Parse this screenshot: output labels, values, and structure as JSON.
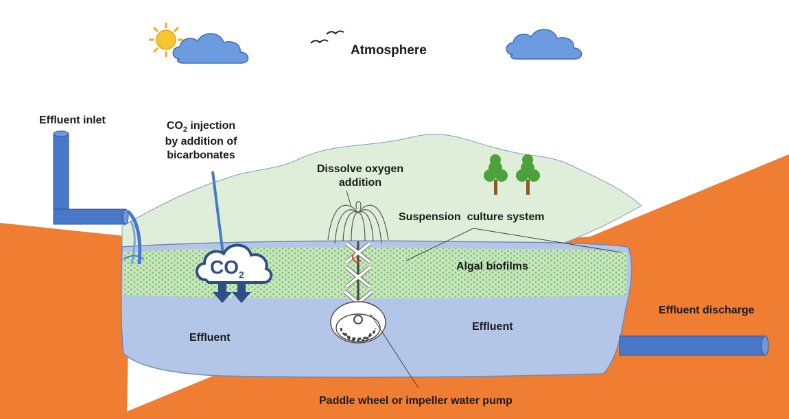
{
  "labels": {
    "atmosphere": "Atmosphere",
    "effluent_inlet": "Effluent inlet",
    "co2_injection_line1_prefix": "CO",
    "co2_injection_line1_sub": "2",
    "co2_injection_line1_suffix": " injection",
    "co2_injection_line2": "by addition of",
    "co2_injection_line3": "bicarbonates",
    "dissolve_oxygen_line1": "Dissolve oxygen",
    "dissolve_oxygen_line2": "addition",
    "suspension_culture": "Suspension  culture system",
    "algal_biofilms": "Algal biofilms",
    "effluent_left": "Effluent",
    "effluent_right": "Effluent",
    "effluent_discharge": "Effluent discharge",
    "paddle_wheel": "Paddle wheel or impeller water pump",
    "co2_cloud_main": "CO",
    "co2_cloud_sub": "2"
  },
  "colors": {
    "ground": "#ef7d32",
    "sky_hill": "#dfeed8",
    "water": "#b3c6e8",
    "biofilm": "#8fcf78",
    "pipe": "#4a78c8",
    "co2_cloud": "#2d4f86",
    "cloud": "#6d9be0",
    "sun": "#f7c531",
    "tree_green": "#4aa23a",
    "tree_trunk": "#8a5a2b"
  },
  "icons": [
    "sun-icon",
    "cloud-icon",
    "bird-icon",
    "tree-icon",
    "co2-cloud-icon",
    "fountain-icon",
    "paddle-wheel-icon",
    "pipe-icon"
  ]
}
